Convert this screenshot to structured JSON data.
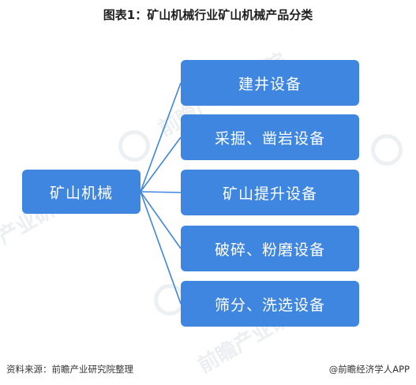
{
  "title": "图表1：矿山机械行业矿山机械产品分类",
  "root_label": "矿山机械",
  "categories": [
    "建井设备",
    "采掘、凿岩设备",
    "矿山提升设备",
    "破碎、粉磨设备",
    "筛分、洗选设备"
  ],
  "footer": {
    "source": "资料来源：前瞻产业研究院整理",
    "brand": "@前瞻经济学人APP"
  },
  "watermark": "前瞻产业研究院",
  "colors": {
    "box": "#3f86e0",
    "connector": "#3f86e0"
  }
}
